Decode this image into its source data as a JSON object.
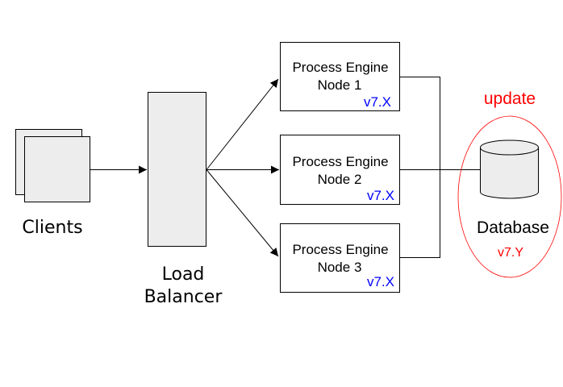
{
  "diagram": {
    "clients": {
      "label": "Clients"
    },
    "load_balancer": {
      "label_line1": "Load",
      "label_line2": "Balancer"
    },
    "nodes": [
      {
        "title": "Process Engine",
        "subtitle": "Node 1",
        "version": "v7.X"
      },
      {
        "title": "Process Engine",
        "subtitle": "Node 2",
        "version": "v7.X"
      },
      {
        "title": "Process Engine",
        "subtitle": "Node 3",
        "version": "v7.X"
      }
    ],
    "database": {
      "label": "Database",
      "version": "v7.Y"
    },
    "annotation": {
      "label": "update"
    },
    "colors": {
      "version_text": "#0000ff",
      "annotation": "#ff0000",
      "box_fill": "#ededed"
    }
  }
}
